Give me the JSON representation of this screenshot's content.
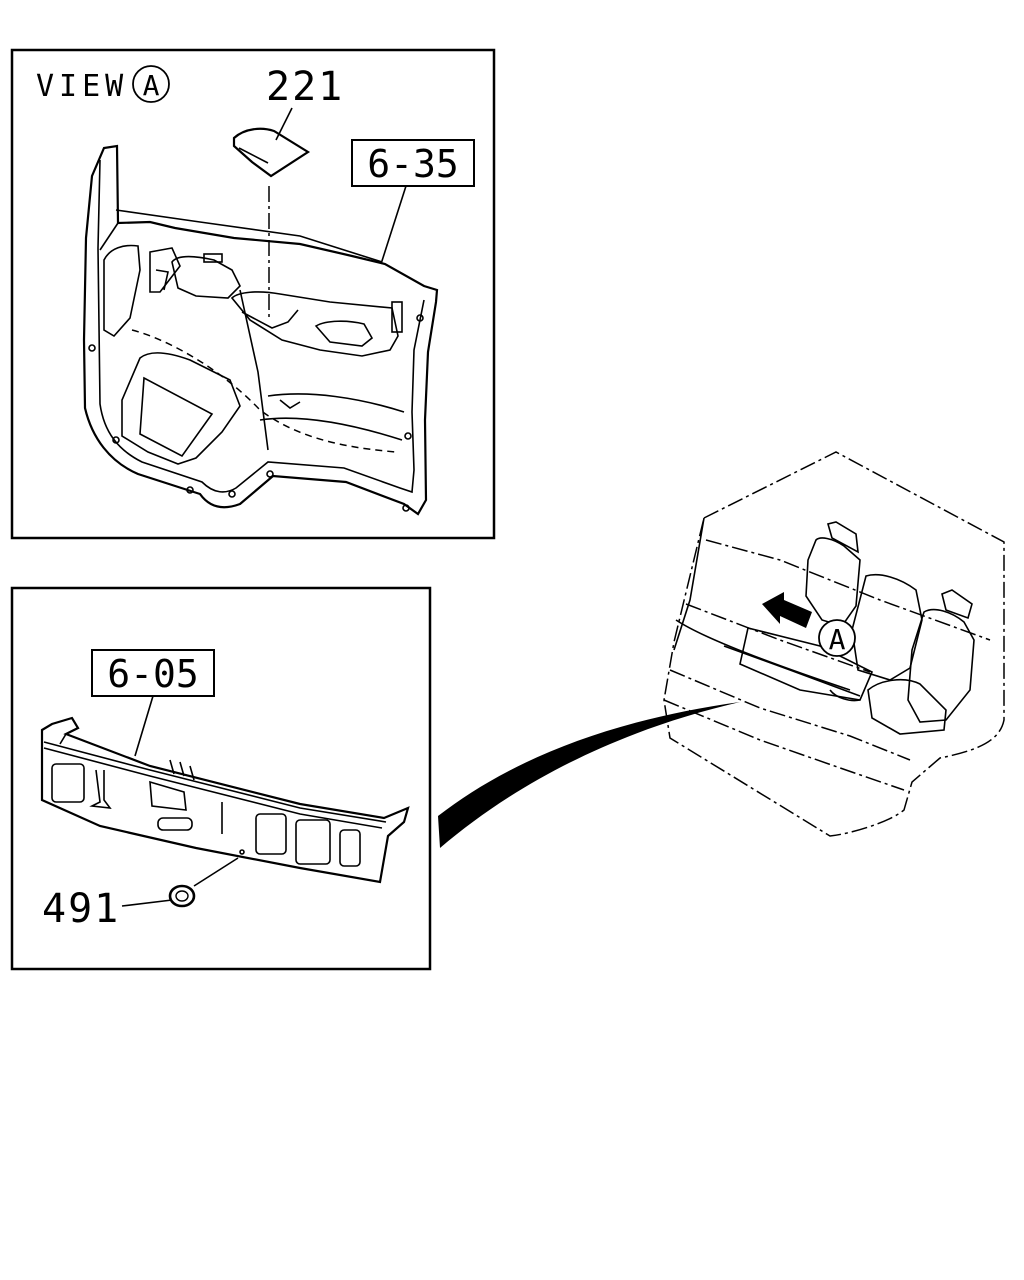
{
  "view_label": {
    "prefix": "VIEW",
    "letter": "A"
  },
  "top_panel": {
    "part_number": "221",
    "ref_box": "6-35"
  },
  "bottom_panel": {
    "ref_box": "6-05",
    "part_number": "491"
  },
  "cab_view": {
    "marker_letter": "A"
  },
  "colors": {
    "line": "#000000",
    "background": "#ffffff"
  }
}
